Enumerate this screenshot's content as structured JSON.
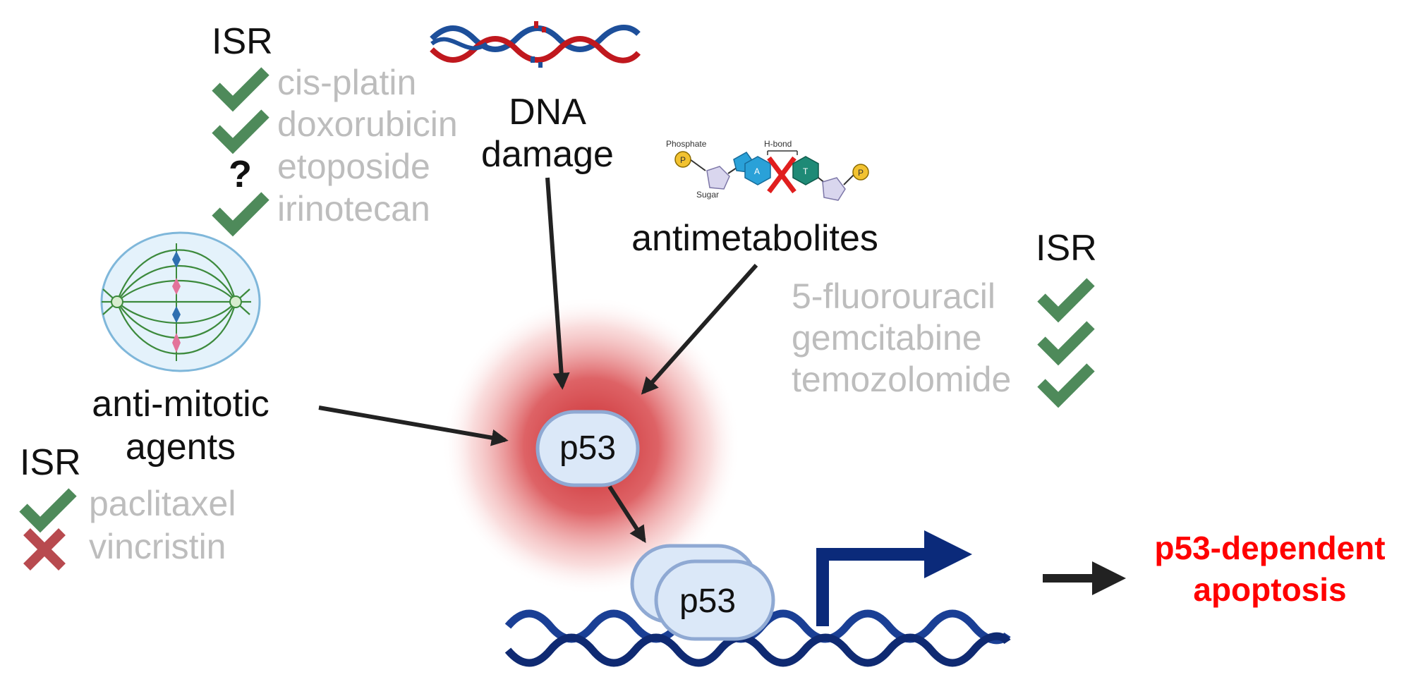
{
  "colors": {
    "check": "#4e8a5a",
    "cross": "#b84a4f",
    "drug_text": "#bdbdbd",
    "label_text": "#111111",
    "result_text": "#ff0000",
    "arrow": "#222222",
    "dna_blue": "#1d3a8a",
    "promoter_blue": "#0b2a7a",
    "p53_fill": "#dbe8f8",
    "p53_stroke": "#8fa9d3",
    "glow": "#d03a3a"
  },
  "top_left": {
    "header": "ISR",
    "drugs": [
      {
        "name": "cis-platin",
        "status": "check"
      },
      {
        "name": "doxorubicin",
        "status": "check"
      },
      {
        "name": "etoposide",
        "status": "unknown"
      },
      {
        "name": "irinotecan",
        "status": "check"
      }
    ],
    "unknown_symbol": "?"
  },
  "dna_damage": {
    "line1": "DNA",
    "line2": "damage"
  },
  "antimetabolites": {
    "label": "antimetabolites",
    "diagram_labels": {
      "phosphate": "Phosphate",
      "hbond": "H-bond",
      "sugar": "Sugar",
      "p": "P",
      "a": "A",
      "t": "T"
    }
  },
  "right": {
    "header": "ISR",
    "drugs": [
      {
        "name": "5-fluorouracil",
        "status": "check"
      },
      {
        "name": "gemcitabine",
        "status": "check"
      },
      {
        "name": "temozolomide",
        "status": "check"
      }
    ]
  },
  "antimitotic": {
    "line1": "anti-mitotic",
    "line2": "agents"
  },
  "bottom_left": {
    "header": "ISR",
    "drugs": [
      {
        "name": "paclitaxel",
        "status": "check"
      },
      {
        "name": "vincristin",
        "status": "cross"
      }
    ]
  },
  "p53": {
    "center_label": "p53",
    "bound_label": "p53"
  },
  "outcome": {
    "line1": "p53-dependent",
    "line2": "apoptosis"
  }
}
